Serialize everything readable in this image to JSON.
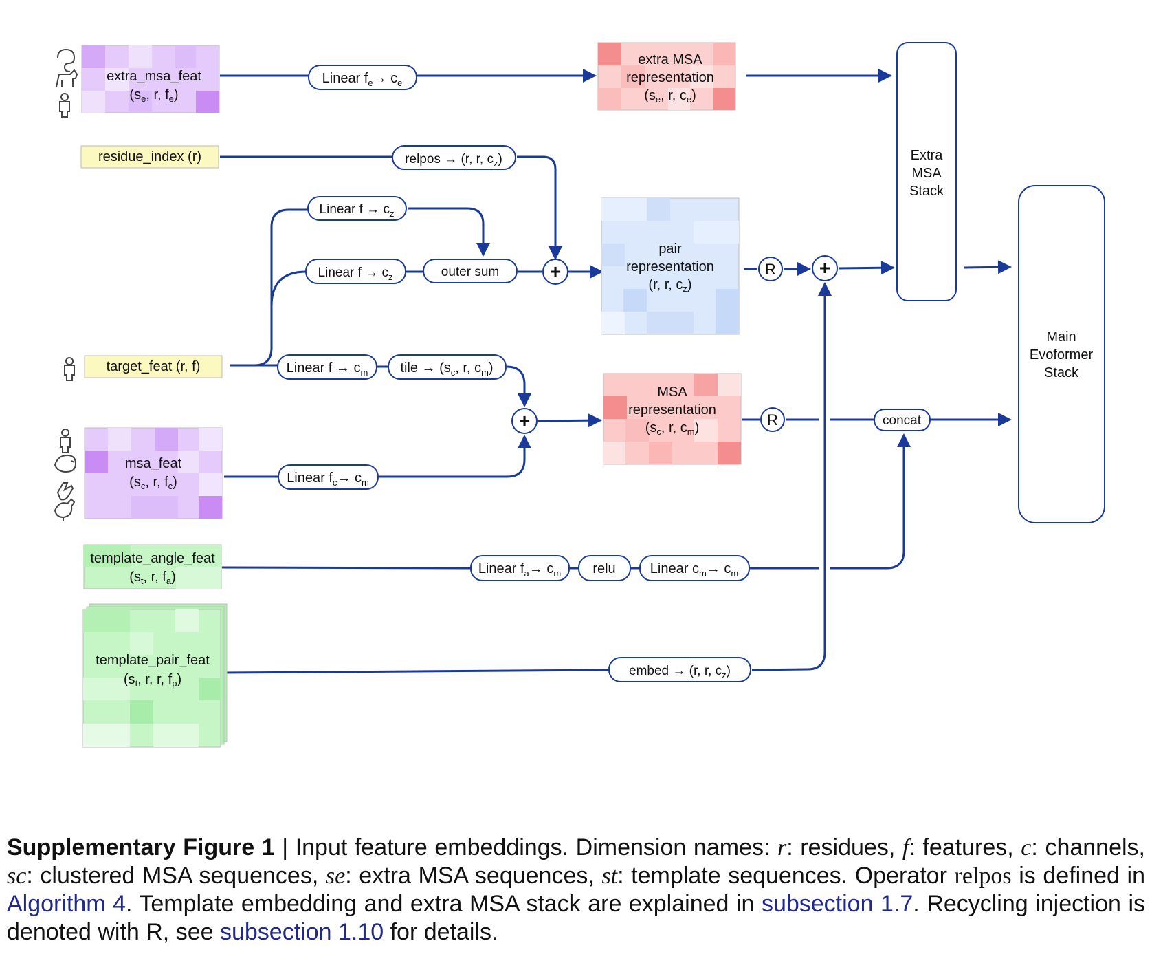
{
  "colors": {
    "flow": "#1a3a9a",
    "link": "#1f2a8c",
    "purple": "#d8b4f8",
    "red": "#f9b0b0",
    "blue": "#d4e3fb",
    "yellow": "#fbf8c0",
    "green": "#b4f0b4"
  },
  "inputs": {
    "extra_msa_feat": {
      "name": "extra_msa_feat",
      "dims": "(se, r, fe)"
    },
    "residue_index": {
      "name": "residue_index (r)"
    },
    "target_feat": {
      "name": "target_feat (r, f)"
    },
    "msa_feat": {
      "name": "msa_feat",
      "dims": "(sc, r, fc)"
    },
    "template_angle_feat": {
      "name": "template_angle_feat",
      "dims": "(st, r, fa)"
    },
    "template_pair_feat": {
      "name": "template_pair_feat",
      "dims": "(st, r, r, fp)"
    }
  },
  "ops": {
    "linear_fe_ce": "Linear fe → ce",
    "relpos": "relpos → (r, r, cz)",
    "linear_f_cz_top": "Linear f → cz",
    "linear_f_cz_bottom": "Linear f → cz",
    "outer_sum": "outer sum",
    "linear_f_cm": "Linear f → cm",
    "tile": "tile → (sc, r, cm)",
    "linear_fc_cm": "Linear fc→ cm",
    "linear_fa_cm": "Linear fa→ cm",
    "relu": "relu",
    "linear_cm_cm": "Linear cm → cm",
    "embed": "embed → (r, r, cz)",
    "concat": "concat",
    "plus": "+",
    "recycle": "R"
  },
  "representations": {
    "extra_msa": {
      "line1": "extra MSA",
      "line2": "representation",
      "dims": "(se, r, ce)"
    },
    "pair": {
      "line1": "pair",
      "line2": "representation",
      "dims": "(r, r, cz)"
    },
    "msa": {
      "line1": "MSA",
      "line2": "representation",
      "dims": "(sc, r, cm)"
    }
  },
  "stacks": {
    "extra_msa": [
      "Extra",
      "MSA",
      "Stack"
    ],
    "main": [
      "Main",
      "Evoformer",
      "Stack"
    ]
  },
  "caption": {
    "label": "Supplementary Figure 1",
    "sep": "|",
    "t1": "Input feature embeddings. Dimension names:",
    "m_r": "r",
    "t2": ": residues,",
    "m_f": "f",
    "t3": ": features,",
    "m_c": "c",
    "t4": ": channels,",
    "m_sc": "sc",
    "t5": ": clustered MSA sequences,",
    "m_se": "se",
    "t6": ": extra MSA sequences,",
    "m_st": "st",
    "t7": ": template sequences. Operator",
    "op_relpos": "relpos",
    "t8": "is defined in",
    "link_alg4": "Algorithm 4",
    "t9": ". Template embedding and extra MSA stack are explained in",
    "link_sub17": "subsection 1.7",
    "t10": ". Recycling injection is denoted with R, see",
    "link_sub110": "subsection 1.10",
    "t11": "for details."
  }
}
